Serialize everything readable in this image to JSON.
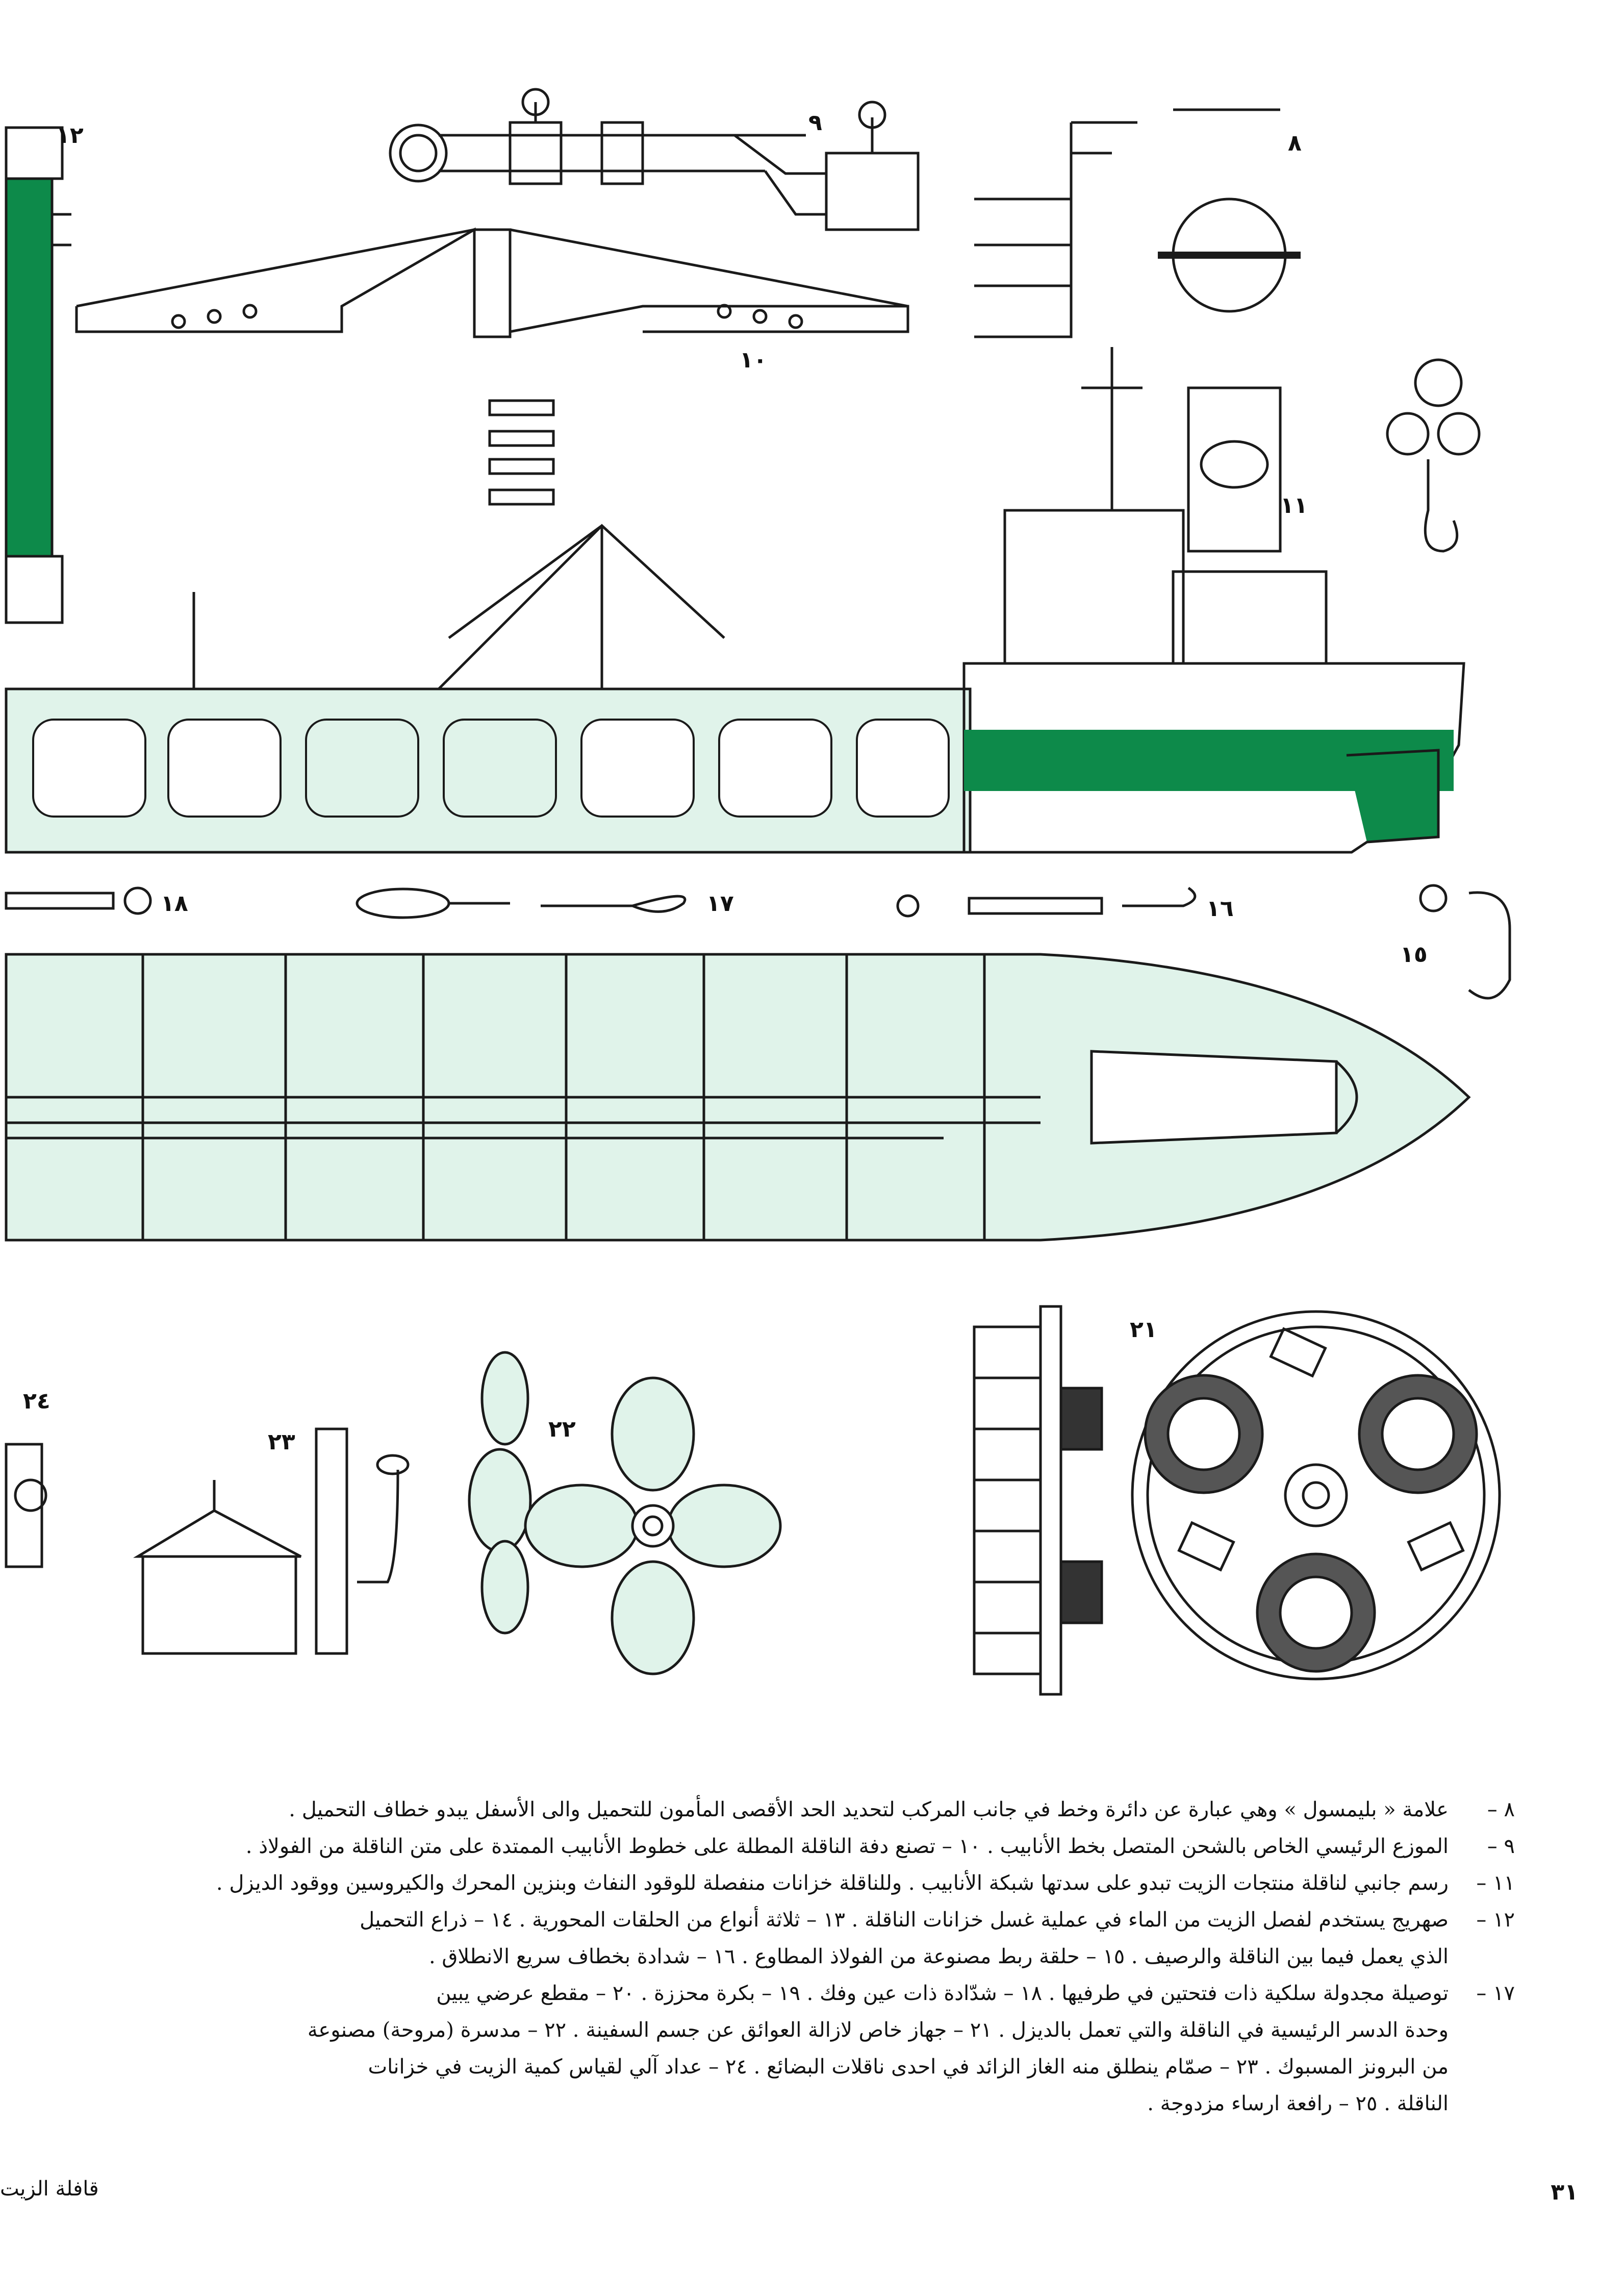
{
  "figure_labels": {
    "l8": "٨",
    "l9": "٩",
    "l10": "١٠",
    "l11": "١١",
    "l12": "١٢",
    "l15": "١٥",
    "l16": "١٦",
    "l17": "١٧",
    "l18": "١٨",
    "l21": "٢١",
    "l22": "٢٢",
    "l23": "٢٣",
    "l24": "٢٤"
  },
  "captions": [
    {
      "num": "٨ –",
      "lines": [
        "علامة « بليمسول » وهي عبارة عن دائرة وخط في جانب المركب لتحديد الحد الأقصى المأمون للتحميل والى الأسفل يبدو خطاف التحميل ."
      ]
    },
    {
      "num": "٩ –",
      "lines": [
        "الموزع الرئيسي الخاص بالشحن المتصل بخط الأنابيب .     ١٠ – تصنع دفة الناقلة المطلة على خطوط الأنابيب الممتدة على متن الناقلة من الفولاذ ."
      ]
    },
    {
      "num": "١١ –",
      "lines": [
        "رسم جانبي لناقلة منتجات الزيت تبدو على سدتها شبكة الأنابيب . وللناقلة خزانات منفصلة للوقود النفاث وبنزين المحرك والكيروسين ووقود الديزل ."
      ]
    },
    {
      "num": "١٢ –",
      "lines": [
        "صهريج يستخدم لفصل الزيت من الماء في عملية غسل خزانات الناقلة .     ١٣ – ثلاثة أنواع من الحلقات المحورية .     ١٤ – ذراع التحميل",
        "الذي يعمل فيما بين الناقلة والرصيف .     ١٥ – حلقة ربط مصنوعة من الفولاذ المطاوع .     ١٦ – شدادة بخطاف سريع الانطلاق ."
      ]
    },
    {
      "num": "١٧ –",
      "lines": [
        "توصيلة مجدولة سلكية ذات فتحتين في طرفيها .     ١٨ – شدّادة ذات عين وفك .     ١٩ – بكرة محززة .     ٢٠ – مقطع عرضي يبين",
        "وحدة الدسر الرئيسية في الناقلة والتي تعمل بالديزل .     ٢١ – جهاز خاص لازالة العوائق عن جسم السفينة .     ٢٢ – مدسرة (مروحة) مصنوعة",
        "من البرونز المسبوك .     ٢٣ – صمّام ينطلق منه الغاز الزائد في احدى ناقلات البضائع .     ٢٤ – عداد آلي لقياس كمية الزيت في خزانات",
        "الناقلة .     ٢٥ – رافعة ارساء مزدوجة ."
      ]
    }
  ],
  "page_number": "٣١",
  "magazine_name": "قافلة الزيت",
  "colors": {
    "green": "#0d8a4a",
    "mint": "#e0f3ea",
    "line": "#1a1a1a"
  }
}
